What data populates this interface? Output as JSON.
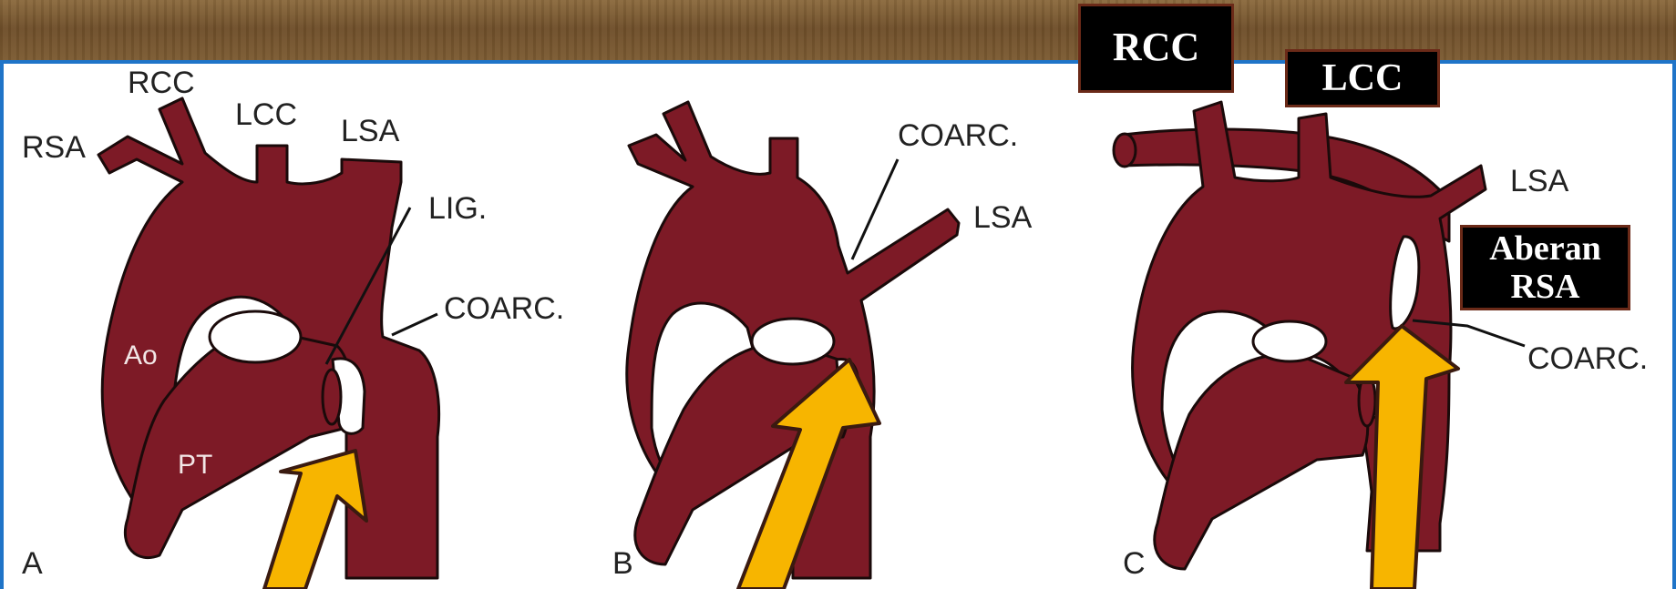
{
  "panel_a": {
    "letter": "A",
    "labels": {
      "rsa": "RSA",
      "rcc": "RCC",
      "lcc": "LCC",
      "lsa": "LSA",
      "lig": "LIG.",
      "coarc": "COARC.",
      "ao": "Ao",
      "pt": "PT"
    }
  },
  "panel_b": {
    "letter": "B",
    "labels": {
      "coarc": "COARC.",
      "lsa": "LSA"
    }
  },
  "panel_c": {
    "letter": "C",
    "labels": {
      "lsa": "LSA",
      "coarc": "COARC."
    }
  },
  "callouts": {
    "rcc": "RCC",
    "lcc": "LCC",
    "aberrant_line1": "Aberan",
    "aberrant_line2": "RSA"
  },
  "colors": {
    "vessel": "#7d1a26",
    "vessel_outline": "#1a0a0a",
    "arrow": "#f7b500",
    "panel_border": "#1f74c8"
  }
}
